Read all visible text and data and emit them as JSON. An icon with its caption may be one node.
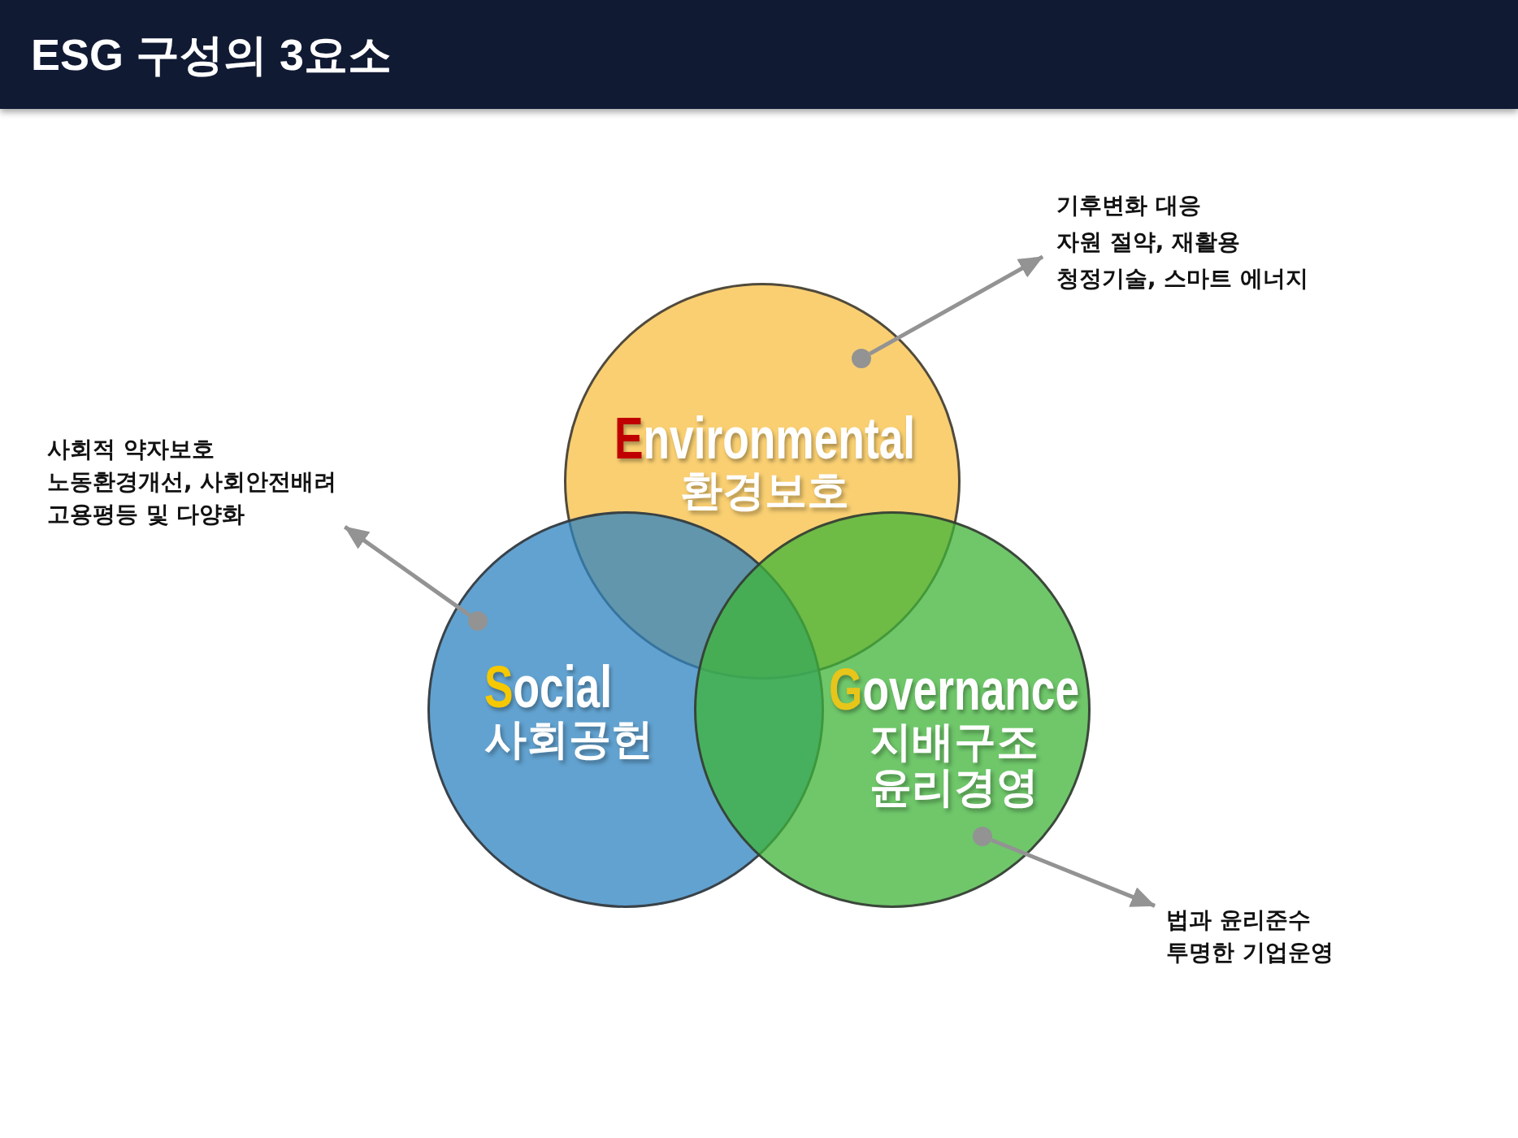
{
  "diagram": {
    "title": "ESG 구성의 3요소",
    "nodes": [
      {
        "text": [
          "기후변화 대응",
          "자원 절약, 재활용",
          "청정기술, 스마트 에너지"
        ]
      },
      {
        "text": [
          "Environmental",
          "환경보호"
        ]
      },
      {
        "text": [],
        "shape": "circle",
        "in": 1
      },
      {
        "text": [
          "사회적 약자보호",
          "노동환경개선, 사회안전배려",
          "고용평등 및 다양화"
        ]
      },
      {
        "text": [
          "Social",
          "사회공헌"
        ]
      },
      {
        "text": [],
        "shape": "circle",
        "in": 4
      },
      {
        "text": [
          "Governance",
          "지배구조 윤리경영"
        ]
      },
      {
        "text": [],
        "shape": "circle",
        "in": 6
      },
      {
        "text": [
          "법과 윤리준수",
          "투명한 기업운영"
        ]
      }
    ],
    "edges": [
      {
        "from": 2,
        "to": 0,
        "arrow": "to"
      },
      {
        "from": 5,
        "to": 3,
        "arrow": "to"
      },
      {
        "from": 7,
        "to": 8,
        "arrow": "to"
      }
    ]
  }
}
